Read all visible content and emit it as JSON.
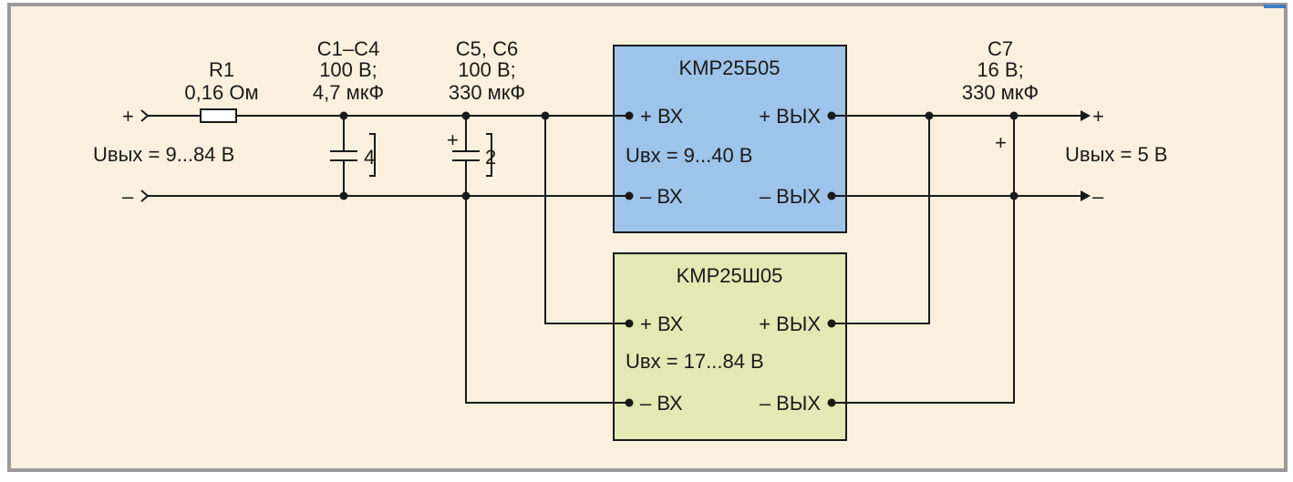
{
  "colors": {
    "background": "#fbf0dd",
    "frame": "#9a9a9a",
    "accent_strip": "#3d7fc4",
    "module1_fill": "#9ec4e9",
    "module2_fill": "#e2e9b4",
    "line": "#1a1a1a"
  },
  "input": {
    "plus": "+",
    "minus": "–",
    "voltage": "Uвых = 9...84 В"
  },
  "output": {
    "plus": "+",
    "minus": "–",
    "voltage": "Uвых = 5 В"
  },
  "r1": {
    "name": "R1",
    "value": "0,16 Ом"
  },
  "c1c4": {
    "name": "С1–С4",
    "voltage": "100 В;",
    "capacitance": "4,7 мкФ",
    "count": "4"
  },
  "c5c6": {
    "name": "С5, С6",
    "voltage": "100 В;",
    "capacitance": "330 мкФ",
    "count": "2",
    "polarity": "+"
  },
  "c7": {
    "name": "С7",
    "voltage": "16 В;",
    "capacitance": "330 мкФ",
    "polarity": "+"
  },
  "module1": {
    "name": "KMP25Б05",
    "in_plus": "+ ВХ",
    "in_minus": "– ВХ",
    "out_plus": "+ ВЫХ",
    "out_minus": "– ВЫХ",
    "input_range": "Uвх = 9...40 В"
  },
  "module2": {
    "name": "KMP25Ш05",
    "in_plus": "+ ВХ",
    "in_minus": "– ВХ",
    "out_plus": "+ ВЫХ",
    "out_minus": "– ВЫХ",
    "input_range": "Uвх = 17...84 В"
  }
}
